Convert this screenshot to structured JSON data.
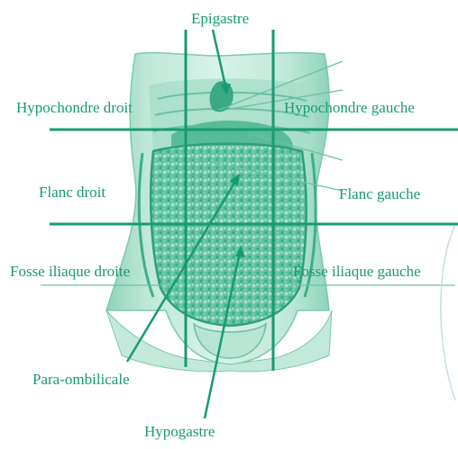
{
  "diagram": {
    "accent_color": "#189a74",
    "illustration_color": "#7fd0b4",
    "labels": {
      "epigastre": "Epigastre",
      "hypochondre_droit": "Hypochondre droit",
      "hypochondre_gauche": "Hypochondre gauche",
      "flanc_droit": "Flanc droit",
      "flanc_gauche": "Flanc gauche",
      "fosse_iliaque_droite": "Fosse iliaque droite",
      "fosse_iliaque_gauche": "Fosse iliaque gauche",
      "para_ombilicale": "Para-ombilicale",
      "hypogastre": "Hypogastre"
    }
  }
}
